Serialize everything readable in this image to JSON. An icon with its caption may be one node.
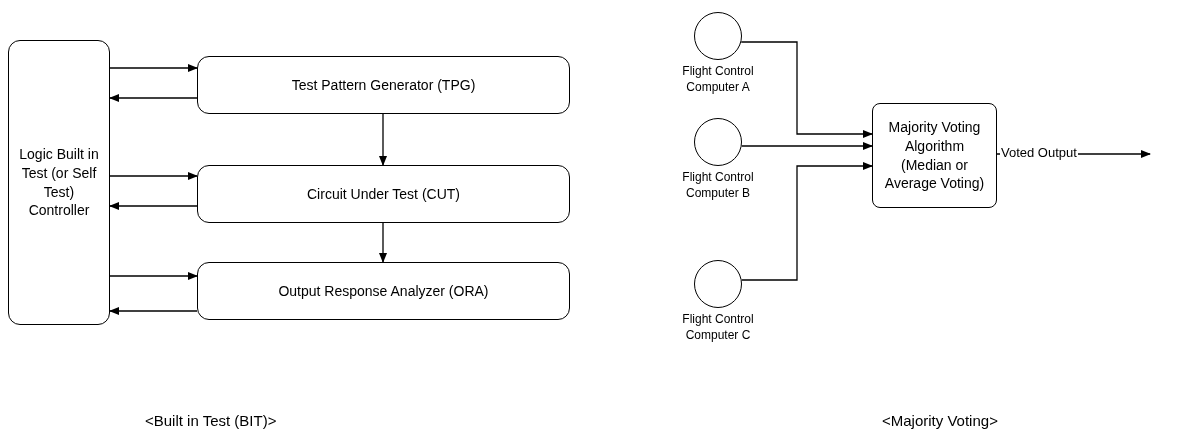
{
  "diagram": {
    "nodes": [
      {
        "text": [
          "Logic Built in Test (or Self Test) Controller"
        ]
      },
      {
        "text": [
          "Test Pattern Generator (TPG)"
        ]
      },
      {
        "text": [
          "Circuit Under Test (CUT)"
        ]
      },
      {
        "text": [
          "Output Response Analyzer (ORA)"
        ]
      },
      {
        "text": [],
        "shape": "circle",
        "beside": [
          "Flight Control Computer A"
        ]
      },
      {
        "text": [],
        "shape": "circle",
        "beside": [
          "Flight Control Computer B"
        ]
      },
      {
        "text": [],
        "shape": "circle",
        "beside": [
          "Flight Control Computer C"
        ]
      },
      {
        "text": [
          "Majority Voting Algorithm (Median or Average Voting)"
        ]
      }
    ],
    "edges": [
      {
        "from": 0,
        "to": 1,
        "arrow": "to"
      },
      {
        "from": 1,
        "to": 0,
        "arrow": "to"
      },
      {
        "from": 0,
        "to": 2,
        "arrow": "to"
      },
      {
        "from": 2,
        "to": 0,
        "arrow": "to"
      },
      {
        "from": 0,
        "to": 3,
        "arrow": "to"
      },
      {
        "from": 3,
        "to": 0,
        "arrow": "to"
      },
      {
        "from": 1,
        "to": 2,
        "arrow": "to"
      },
      {
        "from": 2,
        "to": 3,
        "arrow": "to"
      },
      {
        "from": 4,
        "to": 7,
        "arrow": "to"
      },
      {
        "from": 5,
        "to": 7,
        "arrow": "to"
      },
      {
        "from": 6,
        "to": 7,
        "arrow": "to"
      },
      {
        "from": 7,
        "to": null,
        "arrow": "to",
        "label": "Voted Output"
      }
    ],
    "labels": [
      "<Built in Test (BIT)>",
      "<Majority Voting>"
    ]
  }
}
